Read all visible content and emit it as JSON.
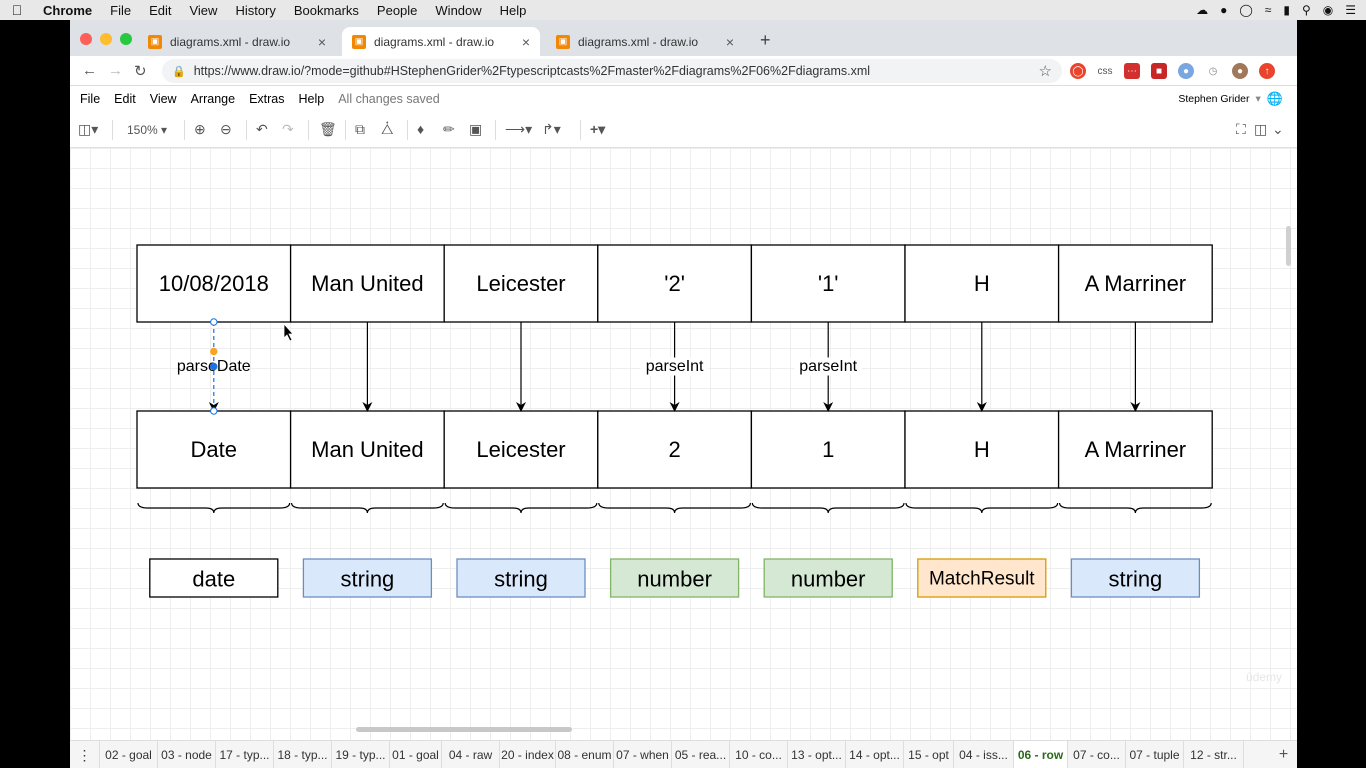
{
  "os_menubar": {
    "app": "Chrome",
    "items": [
      "File",
      "Edit",
      "View",
      "History",
      "Bookmarks",
      "People",
      "Window",
      "Help"
    ]
  },
  "tabs": [
    {
      "title": "diagrams.xml - draw.io",
      "active": false
    },
    {
      "title": "diagrams.xml - draw.io",
      "active": true
    },
    {
      "title": "diagrams.xml - draw.io",
      "active": false
    }
  ],
  "url": "https://www.draw.io/?mode=github#HStephenGrider%2Ftypescriptcasts%2Fmaster%2Fdiagrams%2F06%2Fdiagrams.xml",
  "app_menu": {
    "items": [
      "File",
      "Edit",
      "View",
      "Arrange",
      "Extras",
      "Help"
    ],
    "status": "All changes saved",
    "user": "Stephen Grider"
  },
  "toolbar": {
    "zoom": "150%"
  },
  "diagram": {
    "top_row": [
      "10/08/2018",
      "Man United",
      "Leicester",
      "'2'",
      "'1'",
      "H",
      "A Marriner"
    ],
    "bottom_row": [
      "Date",
      "Man United",
      "Leicester",
      "2",
      "1",
      "H",
      "A Marriner"
    ],
    "edge_labels": [
      "parseDate",
      "",
      "",
      "parseInt",
      "parseInt",
      "",
      ""
    ],
    "types": [
      {
        "label": "date",
        "fill": "#ffffff",
        "stroke": "#000000"
      },
      {
        "label": "string",
        "fill": "#dae8fc",
        "stroke": "#6c8ebf"
      },
      {
        "label": "string",
        "fill": "#dae8fc",
        "stroke": "#6c8ebf"
      },
      {
        "label": "number",
        "fill": "#d5e8d4",
        "stroke": "#82b366"
      },
      {
        "label": "number",
        "fill": "#d5e8d4",
        "stroke": "#82b366"
      },
      {
        "label": "MatchResult",
        "fill": "#ffe6cc",
        "stroke": "#d79b00"
      },
      {
        "label": "string",
        "fill": "#dae8fc",
        "stroke": "#6c8ebf"
      }
    ]
  },
  "pages": [
    "02 - goal",
    "03 - node",
    "17 - typ...",
    "18 - typ...",
    "19 - typ...",
    "01 - goal",
    "04 - raw",
    "20 - index",
    "08 - enum",
    "07 - when",
    "05 - rea...",
    "10 - co...",
    "13 - opt...",
    "14 - opt...",
    "15 - opt",
    "04 - iss...",
    "06 - row",
    "07 - co...",
    "07 - tuple",
    "12 - str..."
  ],
  "active_page": "06 - row",
  "watermark": "ûdemy"
}
